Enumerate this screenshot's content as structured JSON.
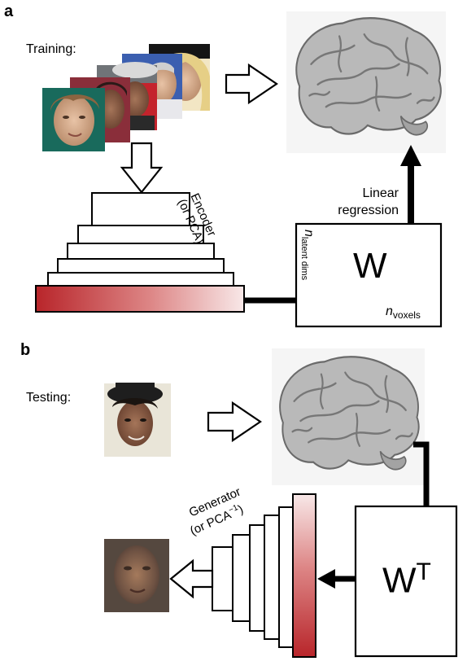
{
  "panel_a": {
    "label": "a",
    "caption": "Training:",
    "encoder_line1": "Encoder",
    "encoder_line2": "(or PCA)",
    "regression_line1": "Linear",
    "regression_line2": "regression",
    "matrix_symbol": "W",
    "n_symbol": "n",
    "rows_subscript": "latent dims",
    "cols_subscript": "voxels"
  },
  "panel_b": {
    "label": "b",
    "caption": "Testing:",
    "generator_line1": "Generator",
    "generator_line2": "(or PCA",
    "generator_exponent": "−1",
    "generator_close": ")",
    "matrix_symbol": "W",
    "matrix_superscript": "T"
  },
  "colors": {
    "latent_bar_dark": "#c0282d",
    "latent_bar_light": "#f6e4e4",
    "brain_fill": "#b8b8b8",
    "brain_stroke": "#6a6a6a"
  }
}
